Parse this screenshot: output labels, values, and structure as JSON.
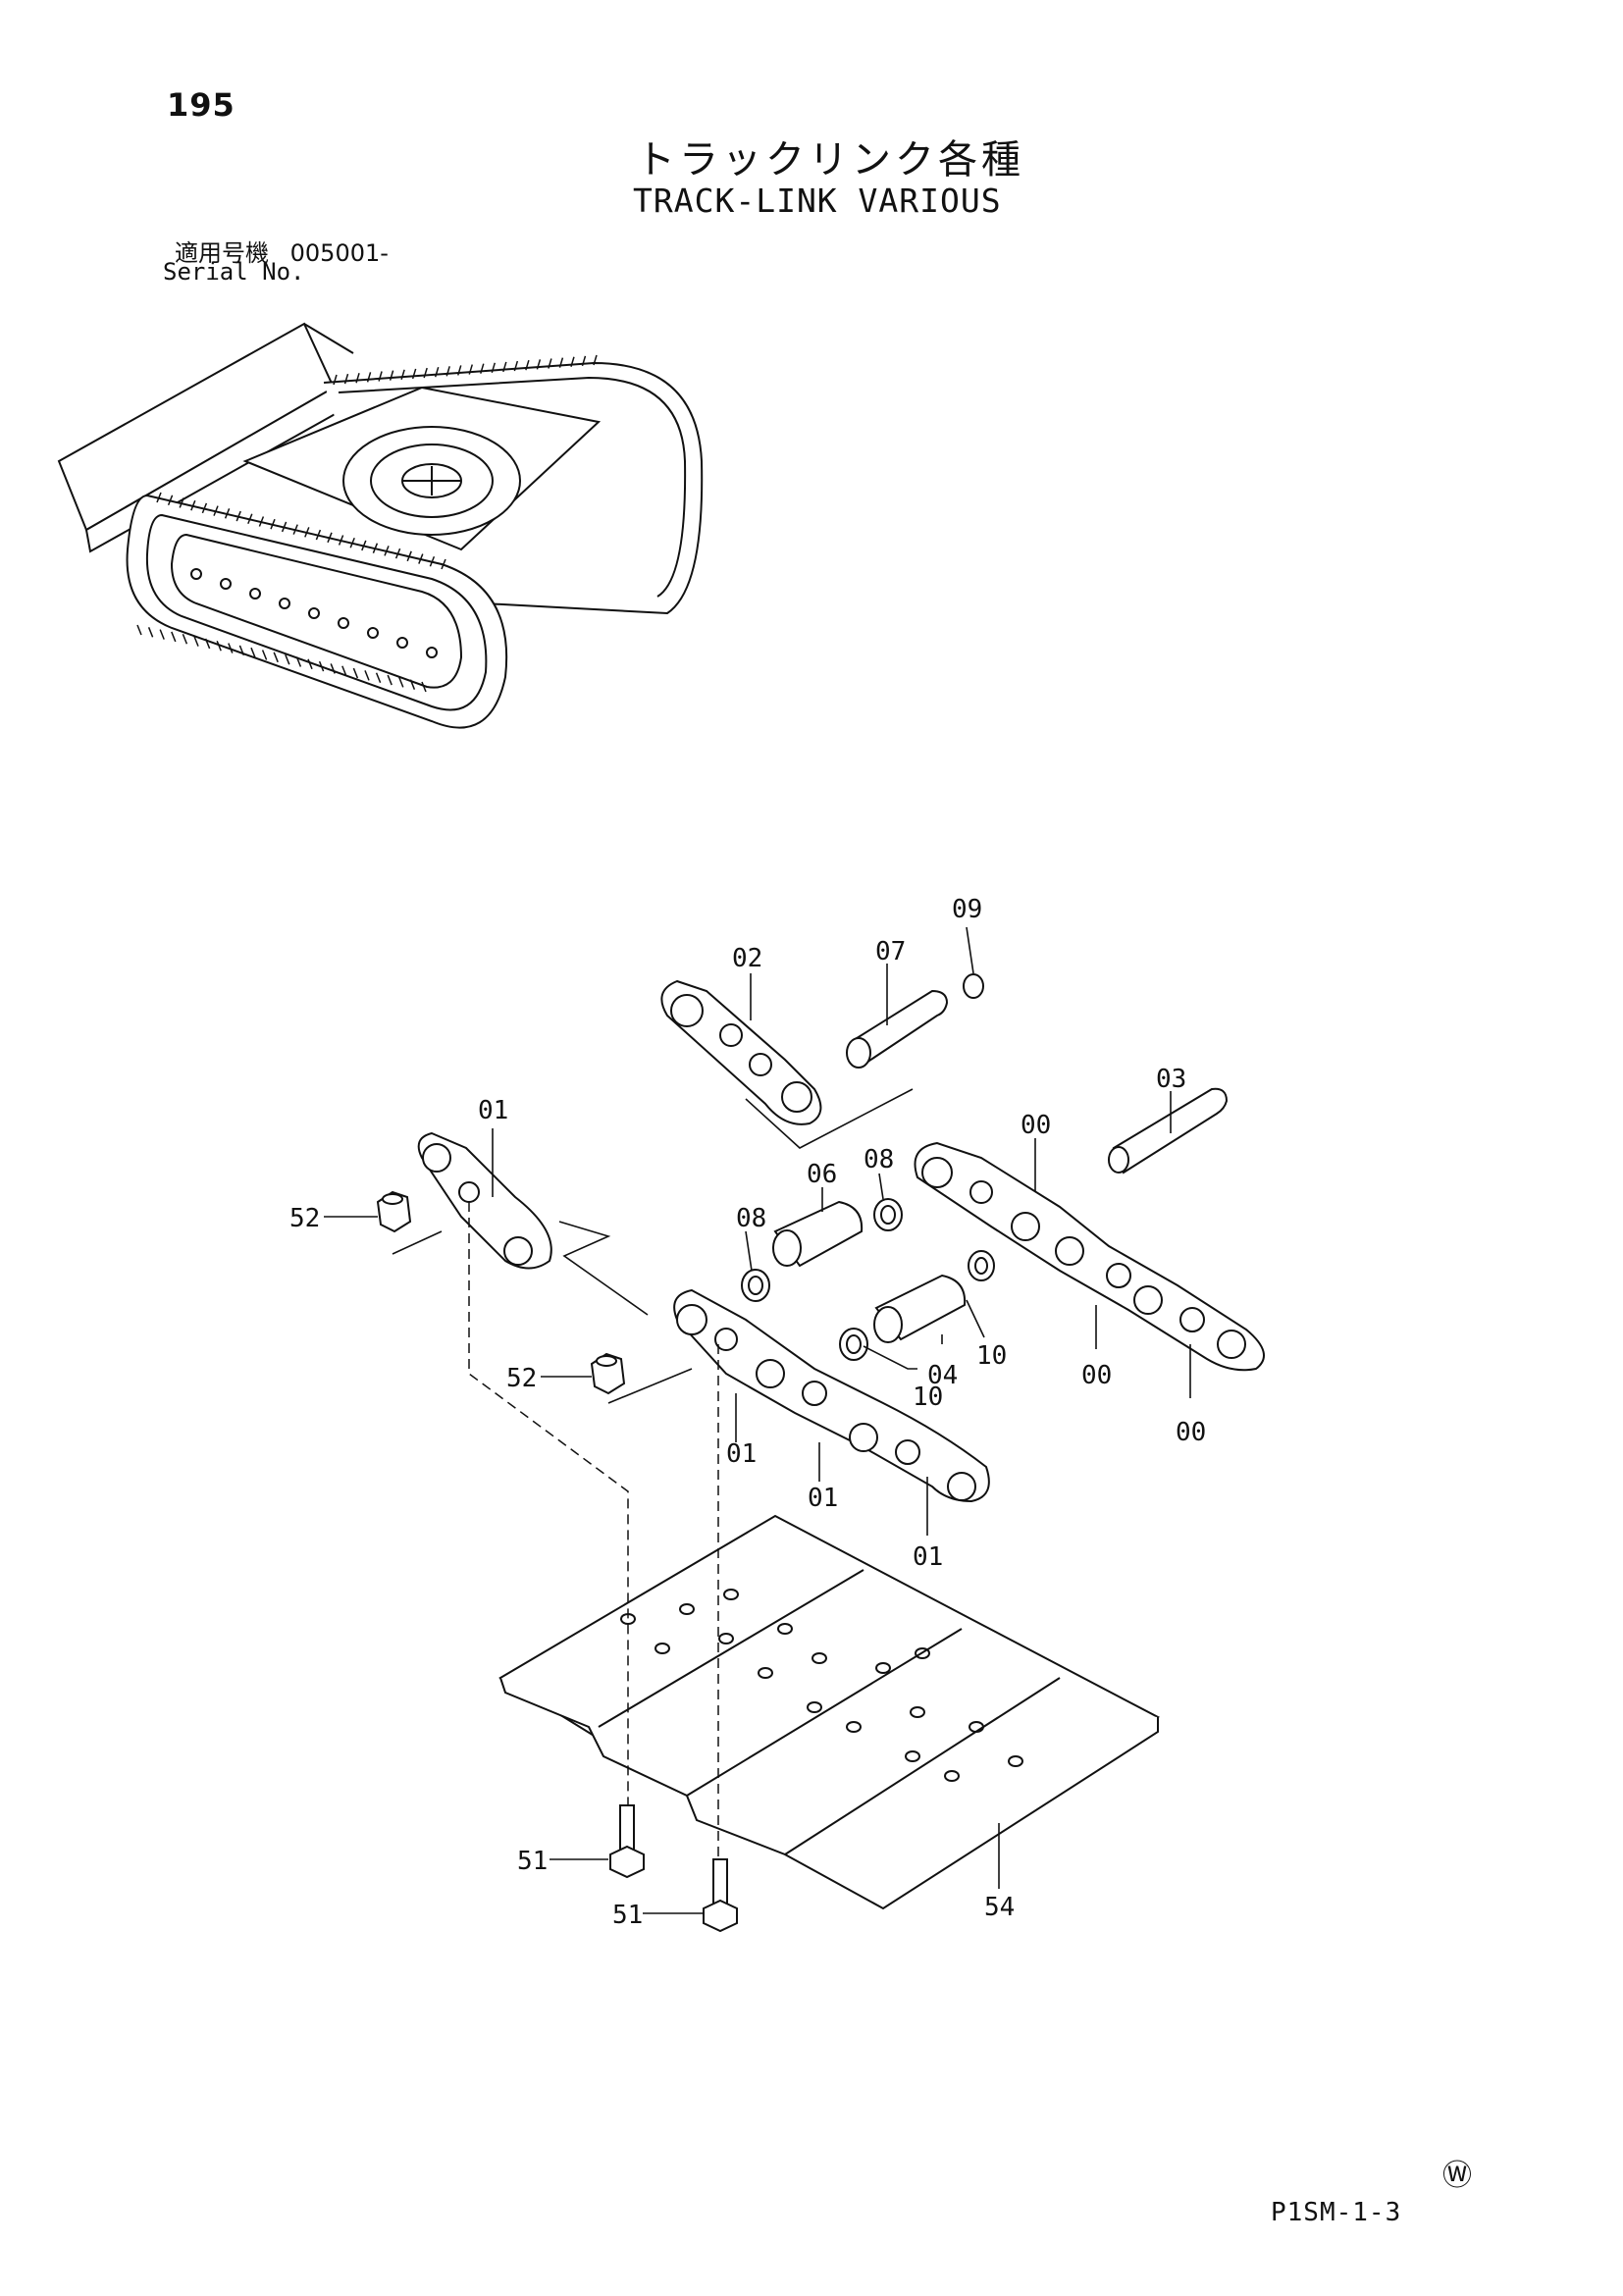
{
  "header": {
    "page_number": "195",
    "title_jp": "トラックリンク各種",
    "title_en": "TRACK-LINK VARIOUS",
    "serial_label_jp": "適用号機",
    "serial_value": "005001-",
    "serial_label_en": "Serial No."
  },
  "diagram": {
    "labels": {
      "p00a": "00",
      "p00b": "00",
      "p00c": "00",
      "p01a": "01",
      "p01b": "01",
      "p01c": "01",
      "p01d": "01",
      "p02": "02",
      "p03": "03",
      "p04": "04",
      "p06": "06",
      "p07": "07",
      "p08a": "08",
      "p08b": "08",
      "p09": "09",
      "p10a": "10",
      "p10b": "10",
      "p51a": "51",
      "p51b": "51",
      "p52a": "52",
      "p52b": "52",
      "p54": "54"
    }
  },
  "footer": {
    "mark": "Ⓦ",
    "page_code": "P1SM-1-3"
  }
}
